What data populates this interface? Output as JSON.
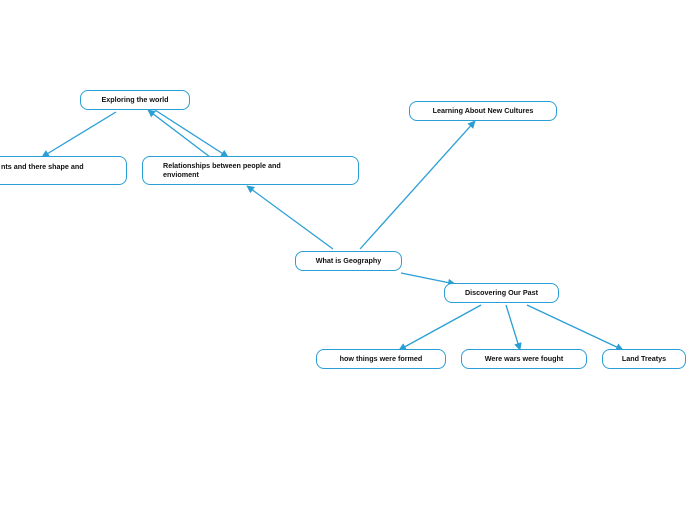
{
  "diagram": {
    "line_color": "#2a9fd6",
    "nodes": {
      "root": "What is Geography",
      "exploring": "Exploring the world",
      "continents": "nts and there shape and",
      "relationships_line1": "Relationships between people and",
      "relationships_line2": "envioment",
      "cultures": "Learning About New Cultures",
      "past": "Discovering Our Past",
      "formed": "how things were formed",
      "wars": "Were wars were fought",
      "treaties": "Land Treatys"
    },
    "edges": [
      {
        "from": "root",
        "to": "relationships"
      },
      {
        "from": "relationships",
        "to": "exploring"
      },
      {
        "from": "exploring",
        "to": "relationships"
      },
      {
        "from": "exploring",
        "to": "continents"
      },
      {
        "from": "root",
        "to": "cultures"
      },
      {
        "from": "root",
        "to": "past"
      },
      {
        "from": "past",
        "to": "formed"
      },
      {
        "from": "past",
        "to": "wars"
      },
      {
        "from": "past",
        "to": "treaties"
      }
    ]
  }
}
